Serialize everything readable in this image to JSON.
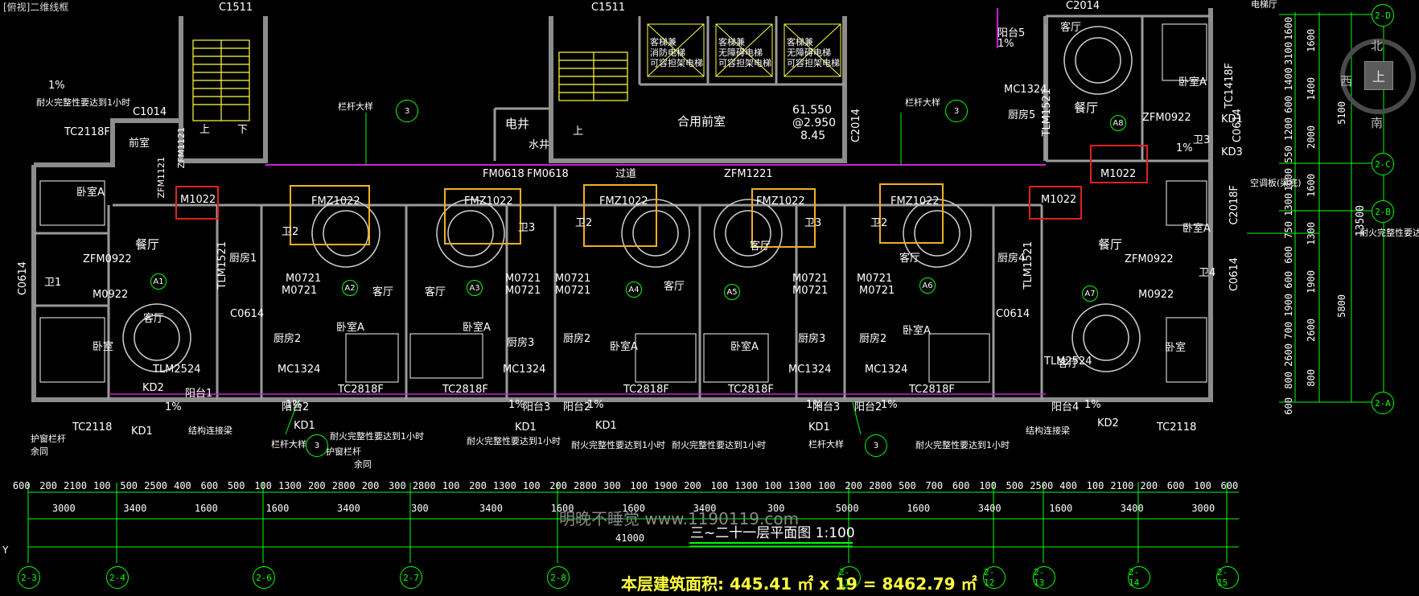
{
  "window": {
    "viewport_label": "[俯视]二维线框"
  },
  "drawing": {
    "title": "三~二十一层平面图 1:100",
    "area_note": "本层建筑面积: 445.41 ㎡ x 19 = 8462.79 ㎡",
    "watermark": "明晚不睡觉 www.1190119.com",
    "elevation_1": "61.550",
    "elevation_2": "@2.950",
    "elevation_3": "8.45"
  },
  "compass": {
    "north": "北",
    "south": "南",
    "west": "西",
    "center": "上"
  },
  "colors": {
    "grid": "#00ff00",
    "highlight_red": "#e02020",
    "highlight_orange": "#f0b020",
    "wall": "#909090",
    "magenta": "#d020d0",
    "yellow": "#ffff40"
  },
  "grid_bottom": [
    "2-3",
    "2-4",
    "2-6",
    "2-7",
    "2-8",
    "2-11",
    "2-12",
    "2-13",
    "2-14",
    "2-15"
  ],
  "grid_right": [
    "2-D",
    "2-C",
    "2-B",
    "2-A"
  ],
  "units": [
    "A1",
    "A2",
    "A3",
    "A4",
    "A5",
    "A6",
    "A7",
    "A8"
  ],
  "rooms": {
    "r1": "卧室A",
    "r2": "餐厅",
    "r3": "客厅",
    "r4": "卧室",
    "r5": "前室",
    "r6": "卫1",
    "r7": "厨房1",
    "r8": "客厅",
    "r9": "卧室A",
    "r10": "厨房2",
    "r11": "客厅",
    "r12": "卧室A",
    "r13": "厨房3",
    "r14": "厨房2",
    "r15": "客厅",
    "r16": "卧室A",
    "r17": "客厅",
    "r18": "卧室A",
    "r19": "厨房3",
    "r20": "厨房2",
    "r21": "客厅",
    "r22": "卧室A",
    "r23": "厨房4",
    "r24": "餐厅",
    "r25": "客厅",
    "r26": "卧室",
    "r27": "卫4",
    "r28": "卧室A",
    "r29": "客厅",
    "r30": "餐厅",
    "r31": "厨房5",
    "r32": "卧室A",
    "r33": "卫3",
    "r34": "电井",
    "r35": "水井",
    "r36": "合用前室",
    "r37": "过道",
    "r38": "上",
    "r39": "下",
    "r40": "上",
    "r41": "阳台1",
    "r42": "阳台2",
    "r43": "阳台3",
    "r44": "阳台2",
    "r45": "阳台3",
    "r46": "阳台2",
    "r47": "阳台4",
    "r48": "阳台5",
    "r49": "卫2",
    "r50": "卫3",
    "r51": "卫2",
    "r52": "卫3",
    "r53": "卫2"
  },
  "tags": {
    "t1": "C1511",
    "t2": "C1511",
    "t3": "C2014",
    "t4": "C1014",
    "t5": "TC2118F",
    "t6": "ZFM1121",
    "t7": "ZFM1121",
    "t8": "M1022",
    "t9": "M1022",
    "t10": "M1022",
    "t11": "FMZ1022",
    "t12": "FMZ1022",
    "t13": "FMZ1022",
    "t14": "FMZ1022",
    "t15": "FMZ1022",
    "t16": "ZFM0922",
    "t17": "M0922",
    "t18": "C0614",
    "t19": "TLM1521",
    "t20": "C0614",
    "t21": "TLM2524",
    "t22": "KD2",
    "t23": "KD1",
    "t24": "TC2118",
    "t25": "M0721",
    "t26": "M0721",
    "t27": "MC1324",
    "t28": "TC2818F",
    "t29": "KD1",
    "t30": "M0721",
    "t31": "M0721",
    "t32": "MC1324",
    "t33": "TC2818F",
    "t34": "KD1",
    "t35": "TC2818F",
    "t36": "M0721",
    "t37": "MC1324",
    "t38": "TC2818F",
    "t39": "KD1",
    "t40": "M0721",
    "t41": "MC1324",
    "t42": "TC2818F",
    "t43": "TLM1521",
    "t44": "C0614",
    "t45": "ZFM0922",
    "t46": "M0922",
    "t47": "TLM2524",
    "t48": "KD2",
    "t49": "TC2118",
    "t50": "C0614",
    "t51": "C2018F",
    "t52": "MC1324",
    "t53": "TLM1521",
    "t54": "ZFM0922",
    "t55": "TC1418F",
    "t56": "KD1",
    "t57": "KD3",
    "t58": "C0614",
    "t59": "FM0618",
    "t60": "FM0618",
    "t61": "ZFM1221",
    "t62": "C2014",
    "t63": "KD1",
    "t64": "M0721",
    "t65": "M0721",
    "t66": "M0721",
    "t67": "M0721",
    "t68": "1%",
    "t69": "1%",
    "t70": "1%",
    "t71": "1%",
    "t72": "1%",
    "t73": "1%",
    "t74": "1%",
    "t75": "1%",
    "t76": "1%",
    "t77": "1%"
  },
  "notes": {
    "n1": "耐火完整性要达到1小时",
    "n2": "耐火完整性要达到1小时",
    "n3": "耐火完整性要达到1小时",
    "n4": "耐火完整性要达到1小时",
    "n5": "耐火完整性要达到1小时",
    "n6": "耐火完整性要达到1小时",
    "n7": "耐火完整性要达",
    "n8": "栏杆大样",
    "n9": "栏杆大样",
    "n10": "栏杆大样",
    "n11": "栏杆大样",
    "n12": "护窗栏杆",
    "n13": "余同",
    "n14": "护窗栏杆",
    "n15": "余同",
    "n16": "结构连接梁",
    "n17": "结构连接梁",
    "n18": "空调板(梁底)",
    "n19": "电梯厅",
    "n20": "3"
  },
  "elevators": {
    "e1": "客梯兼",
    "e2": "消防电梯",
    "e3": "可容担架电梯",
    "e4": "客梯兼",
    "e5": "无障碍电梯",
    "e6": "可容担架电梯",
    "e7": "客梯兼",
    "e8": "无障碍电梯",
    "e9": "可容担架电梯"
  },
  "dims_row1": [
    "600",
    "200",
    "2100",
    "100",
    "500",
    "2500",
    "400",
    "600",
    "500",
    "100",
    "1300",
    "200",
    "2800",
    "200",
    "300",
    "2800",
    "100",
    "200",
    "1300",
    "100",
    "200",
    "2800",
    "300",
    "100",
    "1900",
    "200",
    "100",
    "1300",
    "100",
    "1300",
    "100",
    "200",
    "2800",
    "500",
    "700",
    "600",
    "100",
    "500",
    "2500",
    "400",
    "100",
    "2100",
    "200",
    "600",
    "100",
    "600"
  ],
  "dims_row2": [
    "3000",
    "3400",
    "1600",
    "1600",
    "3400",
    "300",
    "3400",
    "1600",
    "1600",
    "3400",
    "300",
    "5000",
    "1600",
    "3400",
    "1600",
    "3400",
    "3000"
  ],
  "dims_total": "41000",
  "dims_right_1": [
    "1600",
    "3100",
    "1400",
    "600",
    "1200",
    "550",
    "1600",
    "1300",
    "750",
    "600",
    "600",
    "1900",
    "700",
    "2600",
    "800",
    "600"
  ],
  "dims_right_2": [
    "1600",
    "1400",
    "2000",
    "1600",
    "1300",
    "1900",
    "2600",
    "800"
  ],
  "dims_right_3": [
    "5100",
    "5800"
  ],
  "dims_right_total": "13500",
  "axis_label": "Y"
}
